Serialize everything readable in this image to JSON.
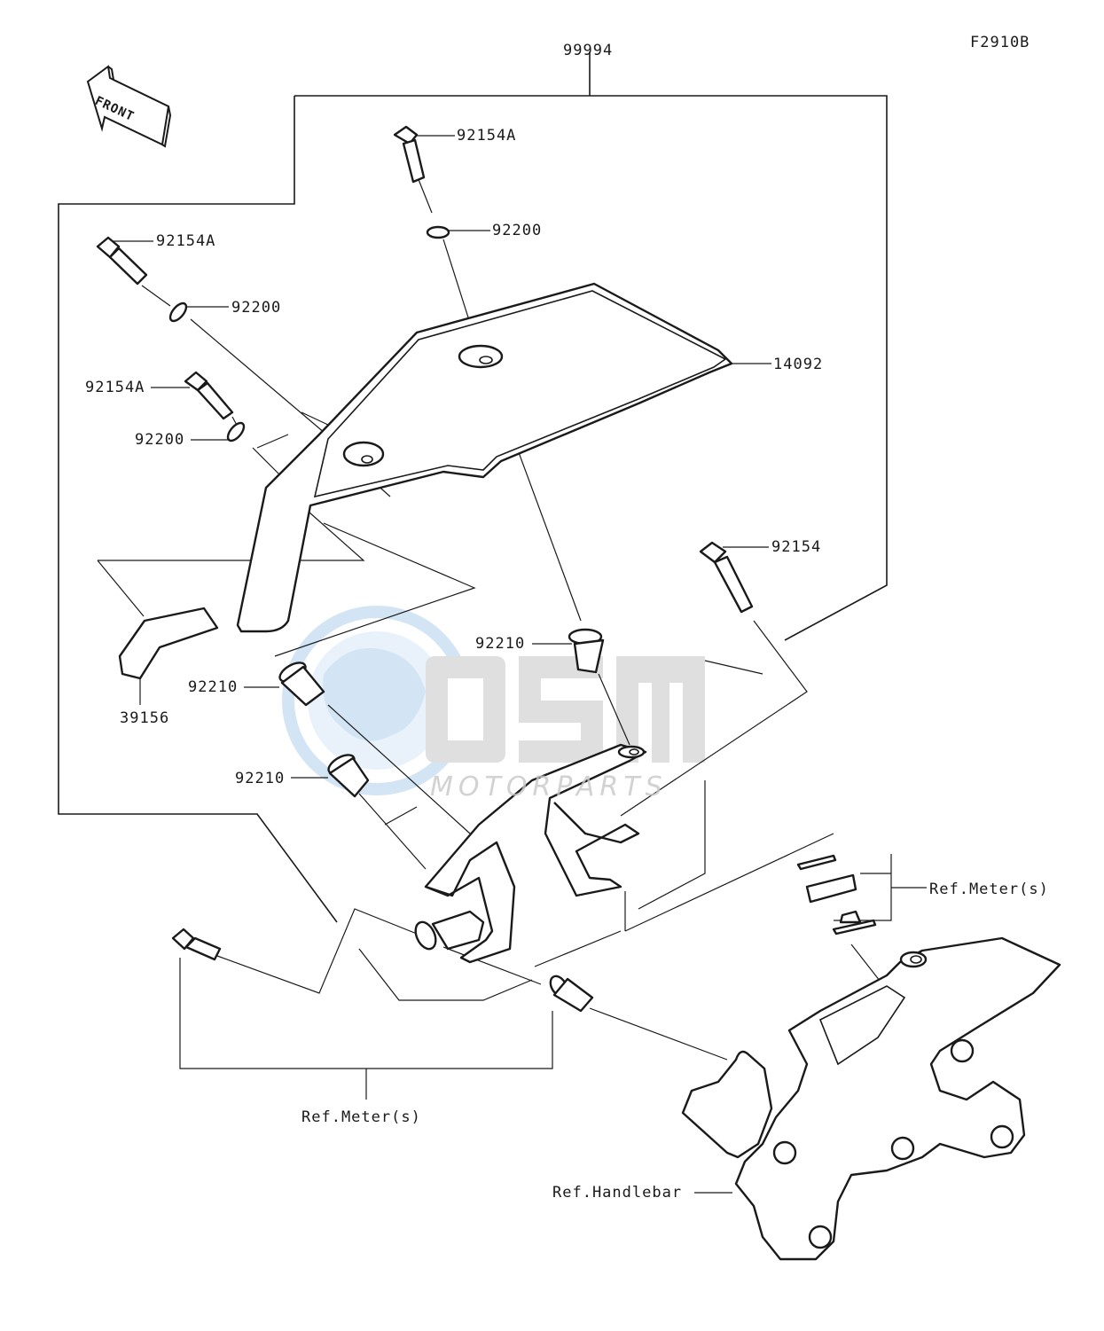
{
  "diagram_code": "F2910B",
  "front_arrow_text": "FRONT",
  "callouts": [
    {
      "id": "set",
      "text": "99994"
    },
    {
      "id": "bolt-top",
      "text": "92154A"
    },
    {
      "id": "washer-top",
      "text": "92200"
    },
    {
      "id": "bolt-left-upper",
      "text": "92154A"
    },
    {
      "id": "washer-left-upper",
      "text": "92200"
    },
    {
      "id": "windshield",
      "text": "14092"
    },
    {
      "id": "bolt-left-mid",
      "text": "92154A"
    },
    {
      "id": "washer-left-mid",
      "text": "92200"
    },
    {
      "id": "bolt-right",
      "text": "92154"
    },
    {
      "id": "collar-right",
      "text": "92210"
    },
    {
      "id": "collar-left-upper",
      "text": "92210"
    },
    {
      "id": "cover",
      "text": "39156"
    },
    {
      "id": "collar-left-lower",
      "text": "92210"
    },
    {
      "id": "ref-meter-right",
      "text": "Ref.Meter(s)"
    },
    {
      "id": "ref-meter-bottom",
      "text": "Ref.Meter(s)"
    },
    {
      "id": "ref-handlebar",
      "text": "Ref.Handlebar"
    }
  ],
  "watermark": {
    "logo_text": "OSM",
    "sub_text": "MOTORPARTS",
    "color": "#9fc6e8"
  }
}
